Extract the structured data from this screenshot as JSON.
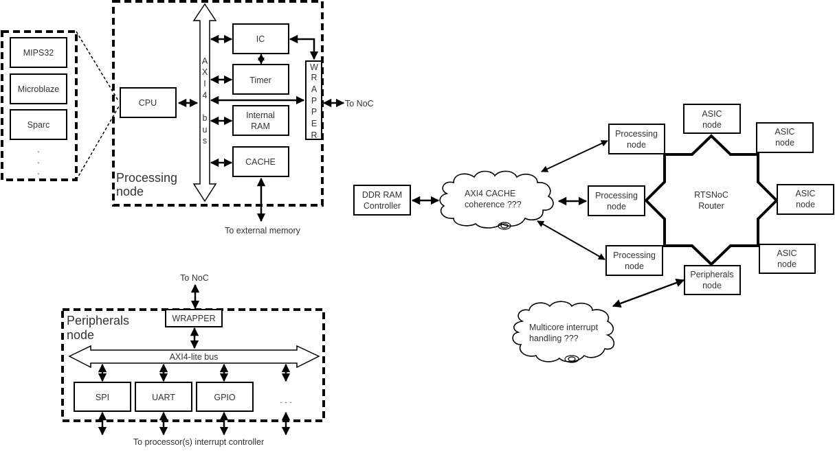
{
  "processing_node": {
    "title_line1": "Processing",
    "title_line2": "node",
    "cpu_options": [
      "MIPS32",
      "Microblaze",
      "Sparc"
    ],
    "cpu_options_more": ".",
    "cpu": "CPU",
    "bus_letters": [
      "A",
      "X",
      "I",
      "4",
      "",
      "b",
      "u",
      "s"
    ],
    "ic": "IC",
    "timer": "Timer",
    "internal_ram_line1": "Internal",
    "internal_ram_line2": "RAM",
    "cache": "CACHE",
    "wrapper_letters": [
      "W",
      "R",
      "A",
      "P",
      "P",
      "E",
      "R"
    ],
    "to_noc": "To NoC",
    "to_external_memory": "To external memory"
  },
  "peripherals_node": {
    "title_line1": "Peripherals",
    "title_line2": "node",
    "to_noc": "To NoC",
    "wrapper": "WRAPPER",
    "bus": "AXI4-lite bus",
    "peripherals": [
      "SPI",
      "UART",
      "GPIO"
    ],
    "more": ". . .",
    "to_interrupt": "To processor(s) interrupt controller"
  },
  "system": {
    "ddr_line1": "DDR RAM",
    "ddr_line2": "Controller",
    "cache_cloud_line1": "AXI4 CACHE",
    "cache_cloud_line2": "coherence ???",
    "interrupt_cloud_line1": "Multicore interrupt",
    "interrupt_cloud_line2": "handling ???",
    "router_line1": "RTSNoC",
    "router_line2": "Router",
    "processing_line1": "Processing",
    "asic_line1": "ASIC",
    "peripherals_line1": "Peripherals",
    "node_line2": "node"
  }
}
